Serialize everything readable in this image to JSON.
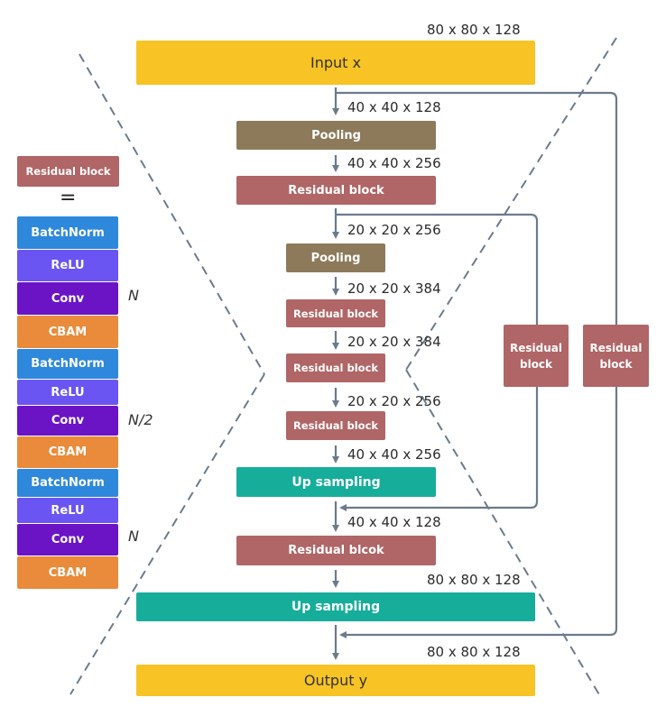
{
  "input": {
    "label": "Input x",
    "dim": "80 x 80 x 128"
  },
  "output": {
    "label": "Output y",
    "dim": "80 x 80 x 128"
  },
  "dims": {
    "d1": "40 x 40 x 128",
    "d2": "40 x 40 x 256",
    "d3": "20 x 20 x 256",
    "d4": "20 x 20 x 384",
    "d5": "20 x 20 x 384",
    "d6": "20 x 20 x 256",
    "d7": "40 x 40 x 256",
    "d8": "40 x 40 x 128",
    "d9": "80 x 80 x 128"
  },
  "blocks": {
    "pooling1": "Pooling",
    "residual1": "Residual block",
    "pooling2": "Pooling",
    "residual2": "Residual block",
    "residual3": "Residual block",
    "residual4": "Residual block",
    "upsampling1": "Up sampling",
    "residual5": "Residual blcok",
    "upsampling2": "Up sampling"
  },
  "skips": {
    "inner": "Residual block",
    "outer": "Residual block"
  },
  "legend": {
    "title": "Residual block",
    "equals": "=",
    "layers": [
      "BatchNorm",
      "ReLU",
      "Conv",
      "CBAM",
      "BatchNorm",
      "ReLU",
      "Conv",
      "CBAM",
      "BatchNorm",
      "ReLU",
      "Conv",
      "CBAM"
    ],
    "n1": "N",
    "n2": "N/2",
    "n3": "N"
  },
  "colors": {
    "input_output": "#f7c325",
    "pooling": "#8c7a5a",
    "residual": "#b06566",
    "upsampling": "#17ad9b",
    "batchnorm": "#2e88db",
    "relu": "#6a55f2",
    "conv": "#6b14c6",
    "cbam": "#e98b3b",
    "arrow": "#6b7b8c"
  }
}
